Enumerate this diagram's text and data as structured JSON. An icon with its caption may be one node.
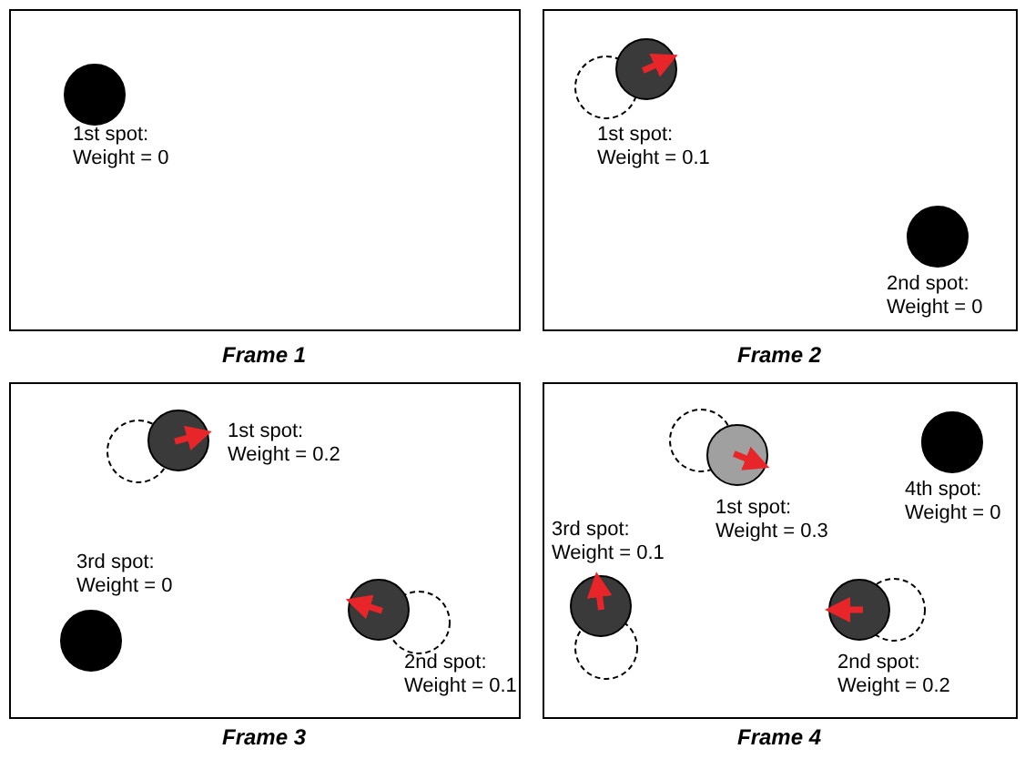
{
  "diagram": {
    "nodes": [
      {
        "text": [],
        "shape": "box",
        "beside": [
          "Frame 1"
        ]
      },
      {
        "text": [],
        "shape": "circle",
        "in": 0,
        "beside": [
          "1st spot: Weight = 0"
        ]
      },
      {
        "text": [],
        "shape": "box",
        "beside": [
          "Frame 2"
        ]
      },
      {
        "text": [],
        "shape": "circle",
        "in": 2,
        "beside": [
          "1st spot: Weight = 0.1"
        ]
      },
      {
        "text": [],
        "shape": "circle",
        "in": 2,
        "beside": [
          "2nd spot: Weight = 0"
        ]
      },
      {
        "text": [],
        "shape": "box",
        "beside": [
          "Frame 3"
        ]
      },
      {
        "text": [],
        "shape": "circle",
        "in": 5,
        "beside": [
          "1st spot: Weight = 0.2"
        ]
      },
      {
        "text": [],
        "shape": "circle",
        "in": 5,
        "beside": [
          "3rd spot: Weight = 0"
        ]
      },
      {
        "text": [],
        "shape": "circle",
        "in": 5,
        "beside": [
          "2nd spot: Weight = 0.1"
        ]
      },
      {
        "text": [],
        "shape": "box",
        "beside": [
          "Frame 4"
        ]
      },
      {
        "text": [],
        "shape": "circle",
        "in": 9,
        "beside": [
          "1st spot: Weight = 0.3"
        ]
      },
      {
        "text": [],
        "shape": "circle",
        "in": 9,
        "beside": [
          "4th spot: Weight = 0"
        ]
      },
      {
        "text": [],
        "shape": "circle",
        "in": 9,
        "beside": [
          "3rd spot: Weight = 0.1"
        ]
      },
      {
        "text": [],
        "shape": "circle",
        "in": 9,
        "beside": [
          "2nd spot: Weight = 0.2"
        ]
      }
    ]
  }
}
